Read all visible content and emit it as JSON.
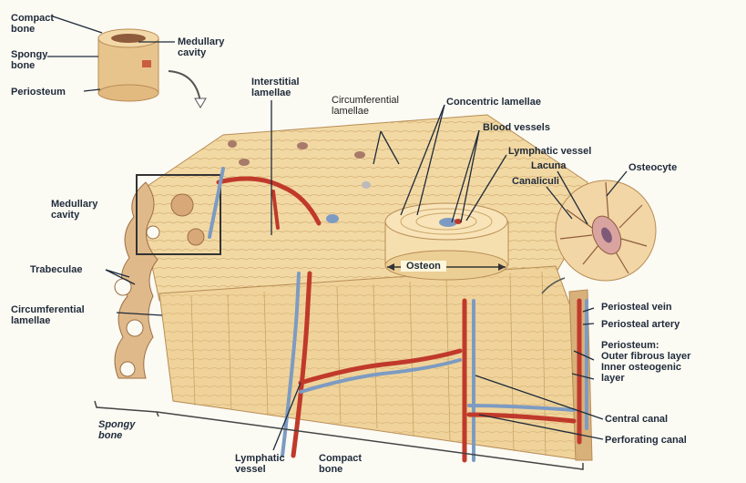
{
  "labels": {
    "compact_bone_top": "Compact\nbone",
    "spongy_bone_top": "Spongy\nbone",
    "periosteum_top": "Periosteum",
    "medullary_cavity_top": "Medullary\ncavity",
    "interstitial_lamellae": "Interstitial\nlamellae",
    "circumferential_lamellae_top": "Circumferential\nlamellae",
    "concentric_lamellae": "Concentric lamellae",
    "blood_vessels": "Blood vessels",
    "lymphatic_vessel_top": "Lymphatic vessel",
    "lacuna": "Lacuna",
    "canaliculi": "Canaliculi",
    "osteocyte": "Osteocyte",
    "medullary_cavity_left": "Medullary\ncavity",
    "trabeculae": "Trabeculae",
    "circumferential_lamellae_left": "Circumferential\nlamellae",
    "osteon": "Osteon",
    "periosteal_vein": "Periosteal vein",
    "periosteal_artery": "Periosteal artery",
    "periosteum_layers": "Periosteum:\nOuter fibrous layer\nInner osteogenic\nlayer",
    "central_canal": "Central canal",
    "perforating_canal": "Perforating canal",
    "spongy_bone_bottom": "Spongy\nbone",
    "lymphatic_vessel_bottom": "Lymphatic\nvessel",
    "compact_bone_bottom": "Compact\nbone"
  },
  "colors": {
    "bone": "#f2d9a4",
    "bone_dark": "#d9b577",
    "lamellae_lines": "#c79e5f",
    "artery": "#c0392b",
    "vein": "#7d9bc2",
    "periosteum": "#d8b07a",
    "leader": "#1e2a3a",
    "label_text": "#1f2a3a"
  }
}
